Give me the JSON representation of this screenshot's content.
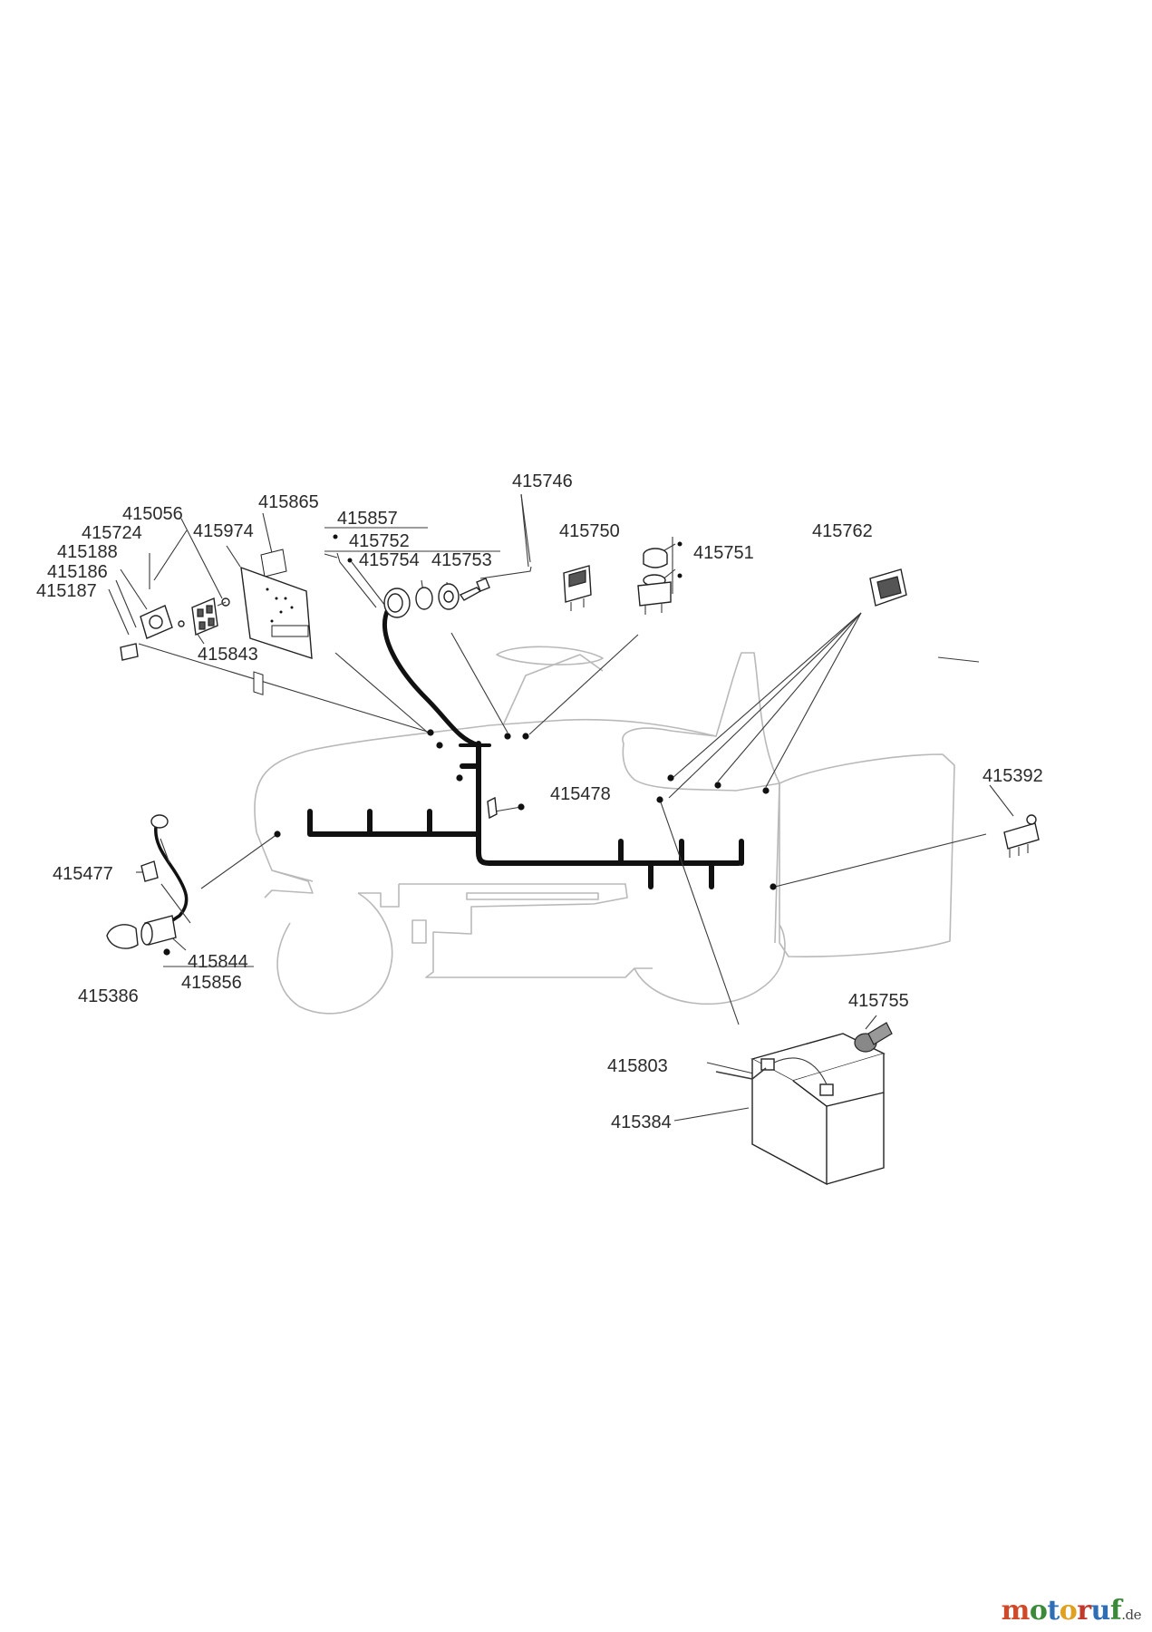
{
  "parts": {
    "p415746": "415746",
    "p415865": "415865",
    "p415056": "415056",
    "p415857": "415857",
    "p415974": "415974",
    "p415724": "415724",
    "p415752": "415752",
    "p415750": "415750",
    "p415762": "415762",
    "p415188": "415188",
    "p415754": "415754",
    "p415753": "415753",
    "p415751": "415751",
    "p415186": "415186",
    "p415187": "415187",
    "p415843": "415843",
    "p415392": "415392",
    "p415478": "415478",
    "p415477": "415477",
    "p415844": "415844",
    "p415856": "415856",
    "p415386": "415386",
    "p415755": "415755",
    "p415803": "415803",
    "p415384": "415384"
  },
  "brand": {
    "letters": [
      "m",
      "o",
      "t",
      "o",
      "r",
      "u",
      "f"
    ],
    "colors": [
      "#d04a2a",
      "#3b8a3a",
      "#2f6db5",
      "#e0a020",
      "#c0392b",
      "#2f6db5",
      "#3b8a3a"
    ],
    "suffix": ".de"
  }
}
